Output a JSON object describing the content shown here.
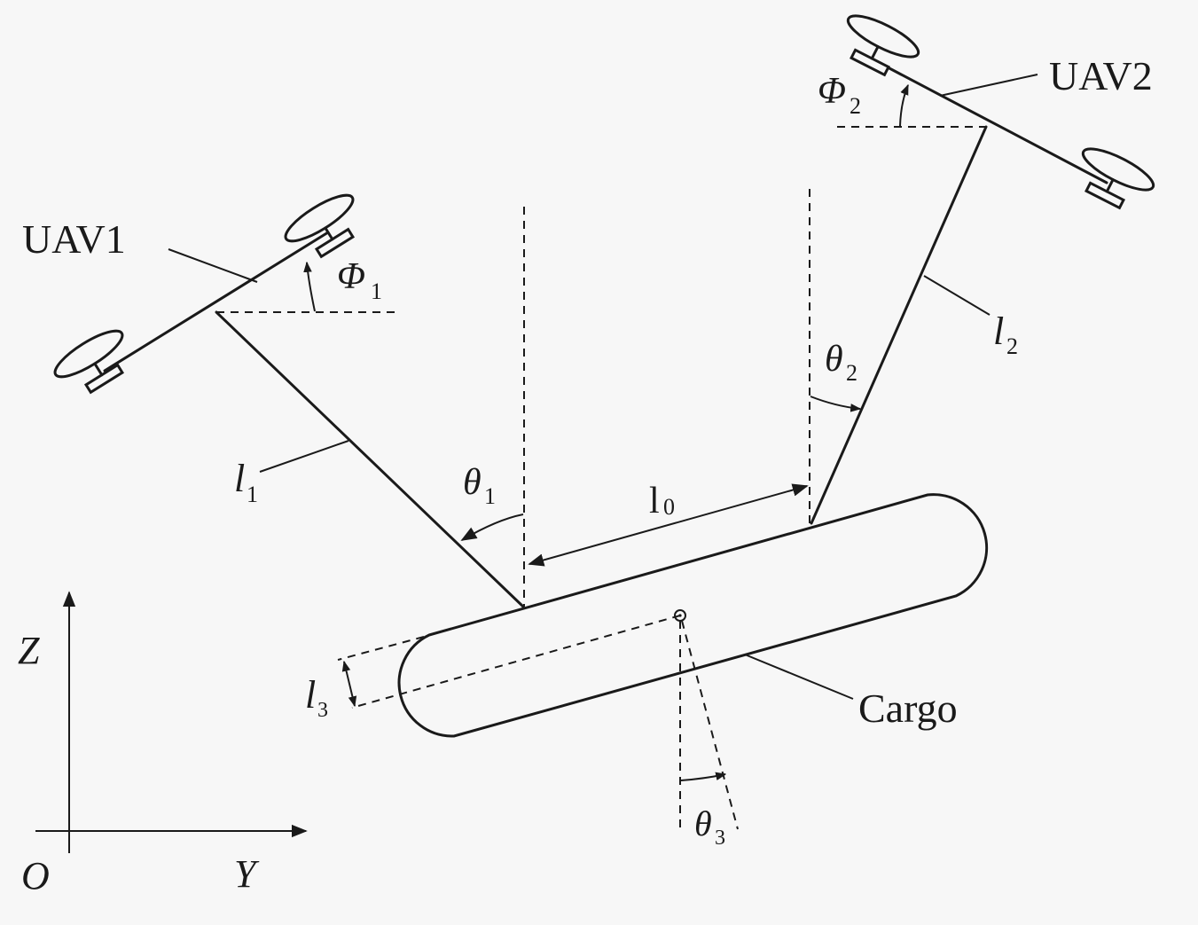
{
  "labels": {
    "uav1": "UAV1",
    "uav2": "UAV2",
    "cargo": "Cargo",
    "phi1": "Φ",
    "phi1_sub": "1",
    "phi2": "Φ",
    "phi2_sub": "2",
    "theta1": "θ",
    "theta1_sub": "1",
    "theta2": "θ",
    "theta2_sub": "2",
    "theta3": "θ",
    "theta3_sub": "3",
    "l0": "l",
    "l0_sub": "0",
    "l1": "l",
    "l1_sub": "1",
    "l2": "l",
    "l2_sub": "2",
    "l3": "l",
    "l3_sub": "3",
    "axis_z": "Z",
    "axis_y": "Y",
    "origin": "O"
  }
}
